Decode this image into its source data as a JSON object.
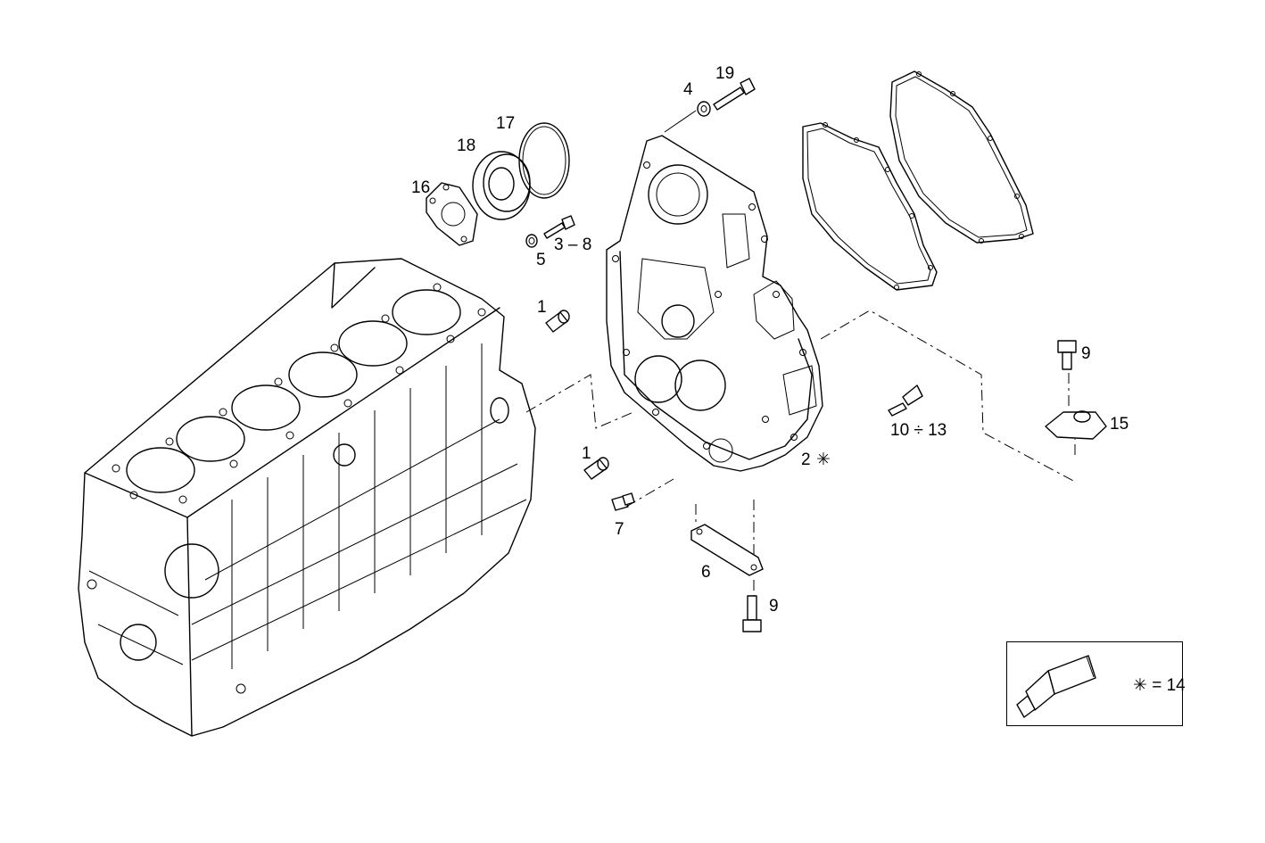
{
  "callouts": {
    "c1a": "1",
    "c1b": "1",
    "c2": "2",
    "c3_8": "3 – 8",
    "c4": "4",
    "c5": "5",
    "c6": "6",
    "c7": "7",
    "c9a": "9",
    "c9b": "9",
    "c10_13": "10 ÷ 13",
    "c15": "15",
    "c16": "16",
    "c17": "17",
    "c18": "18",
    "c19": "19"
  },
  "legend": {
    "symbol": "✳",
    "text": "= 14",
    "icon": "sealant-tube-icon"
  },
  "symbols": {
    "sealant_marker": "✳"
  }
}
